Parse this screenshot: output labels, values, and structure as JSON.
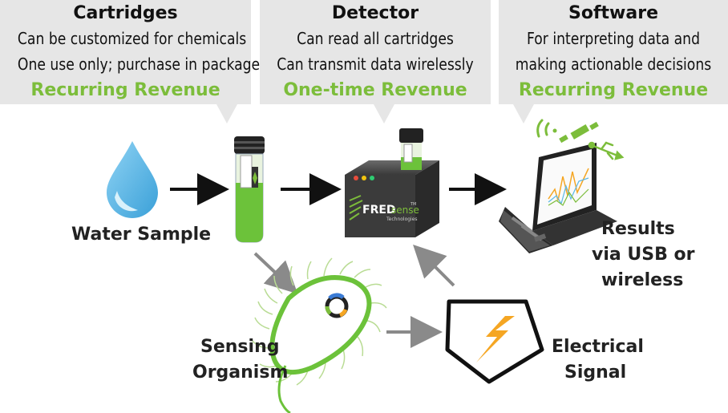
{
  "cartridges": {
    "title": "Cartridges",
    "line1": "Can be customized for chemicals",
    "line2": "One use only; purchase in packages",
    "revenue": "Recurring Revenue"
  },
  "detector": {
    "title": "Detector",
    "line1": "Can read all cartridges",
    "line2": "Can transmit data wirelessly",
    "revenue": "One-time Revenue"
  },
  "software": {
    "title": "Software",
    "line1": "For interpreting data and",
    "line2": "making actionable decisions",
    "revenue": "Recurring Revenue"
  },
  "labels": {
    "water_sample": "Water Sample",
    "results_1": "Results",
    "results_2": "via USB or",
    "results_3": "wireless",
    "sensing_1": "Sensing",
    "sensing_2": "Organism",
    "electrical_1": "Electrical",
    "electrical_2": "Signal"
  },
  "device": {
    "brand_main": "FRED",
    "brand_sense": "sense",
    "brand_tm": "TM",
    "brand_sub": "Technologies"
  },
  "colors": {
    "accent_green": "#7cbd3b",
    "callout_gray": "#e6e6e6",
    "water_blue": "#5bb8e6",
    "bolt_orange": "#f5a623",
    "arrow_gray": "#8a8a8a"
  },
  "icons": [
    "water-drop-icon",
    "test-tube-icon",
    "detector-box-icon",
    "laptop-icon",
    "wireless-icon",
    "satellite-icon",
    "usb-icon",
    "bacterium-icon",
    "lightning-bolt-icon"
  ]
}
